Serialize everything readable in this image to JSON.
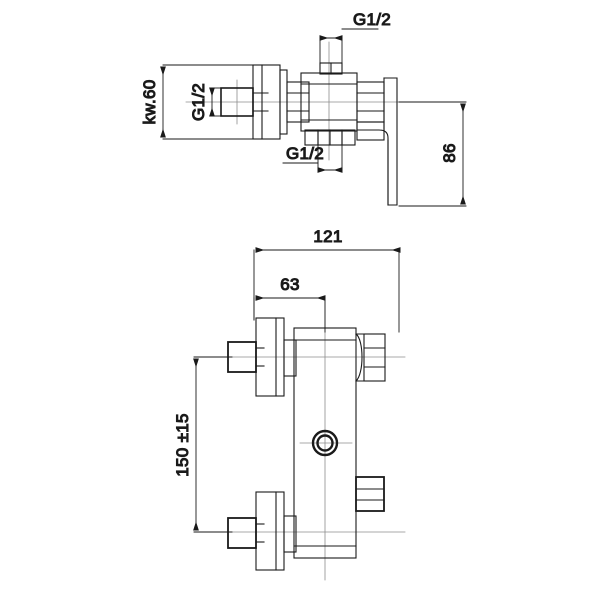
{
  "drawing": {
    "title": "Wall-mounted shower mixer technical drawing",
    "background_color": "#ffffff",
    "line_color": "#1a1a1a",
    "centerline_color": "#8c8c8c",
    "views": [
      {
        "name": "side-elevation-view",
        "label": ""
      },
      {
        "name": "front-elevation-view",
        "label": ""
      }
    ],
    "dimensions": {
      "kw60": "kw.60",
      "g12_left": "G1/2",
      "g12_top": "G1/2",
      "g12_bottom": "G1/2",
      "height_86": "86",
      "width_121": "121",
      "width_63": "63",
      "spacing_150": "150 ±15"
    }
  }
}
